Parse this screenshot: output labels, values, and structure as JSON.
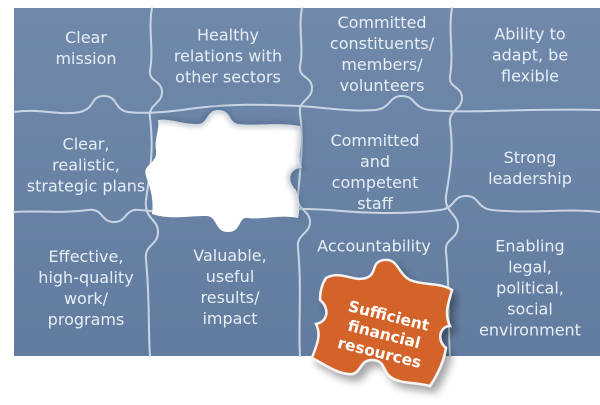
{
  "pieces": [
    {
      "id": "clear-mission",
      "lines": [
        "Clear",
        "mission"
      ]
    },
    {
      "id": "healthy-relations",
      "lines": [
        "Healthy",
        "relations with",
        "other sectors"
      ]
    },
    {
      "id": "committed-constituents",
      "lines": [
        "Committed",
        "constituents/",
        "members/",
        "volunteers"
      ]
    },
    {
      "id": "ability-to-adapt",
      "lines": [
        "Ability to",
        "adapt, be",
        "flexible"
      ]
    },
    {
      "id": "strategic-plans",
      "lines": [
        "Clear,",
        "realistic,",
        "strategic plans"
      ]
    },
    {
      "id": "committed-staff",
      "lines": [
        "Committed",
        "and",
        "competent",
        "staff"
      ]
    },
    {
      "id": "strong-leadership",
      "lines": [
        "Strong",
        "leadership"
      ]
    },
    {
      "id": "effective-work",
      "lines": [
        "Effective,",
        "high-quality",
        "work/",
        "programs"
      ]
    },
    {
      "id": "valuable-results",
      "lines": [
        "Valuable,",
        "useful",
        "results/",
        "impact"
      ]
    },
    {
      "id": "accountability",
      "lines": [
        "Accountability"
      ]
    },
    {
      "id": "enabling-environment",
      "lines": [
        "Enabling",
        "legal,",
        "political,",
        "social",
        "environment"
      ]
    }
  ],
  "featured_piece": {
    "lines": [
      "Sufficient",
      "financial",
      "resources"
    ],
    "color": "#d4642a"
  },
  "colors": {
    "board": "#6b85a8",
    "seam": "#c9d5e4",
    "text": "#e7eef6",
    "hole": "#ffffff"
  }
}
